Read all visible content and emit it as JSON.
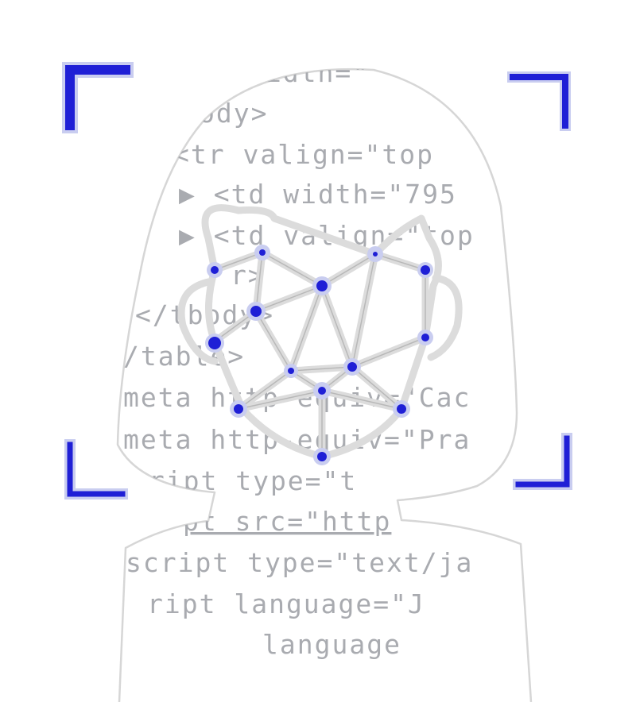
{
  "colors": {
    "accent": "#1f1fd6",
    "accent_halo": "#c9cdf0",
    "outline": "#d6d6d6",
    "code_text": "#a9abb0",
    "background": "#ffffff"
  },
  "code_lines": [
    "width=\"",
    "ody>",
    "<tr valign=\"top",
    "▶ <td width=\"795",
    "▶ <td valign=\"top",
    "r>",
    "</tbody>",
    "/table>",
    "meta http-equiv=\"Cac",
    "meta http-equiv=\"Pra",
    "cript type=\"t",
    "pt src=\"http",
    "script type=\"text/ja",
    "ript language=\"J",
    "language"
  ],
  "icons": {
    "frame_corners": "viewfinder-corner-icon",
    "face_mesh": "face-mesh-icon",
    "head": "head-silhouette-icon"
  }
}
